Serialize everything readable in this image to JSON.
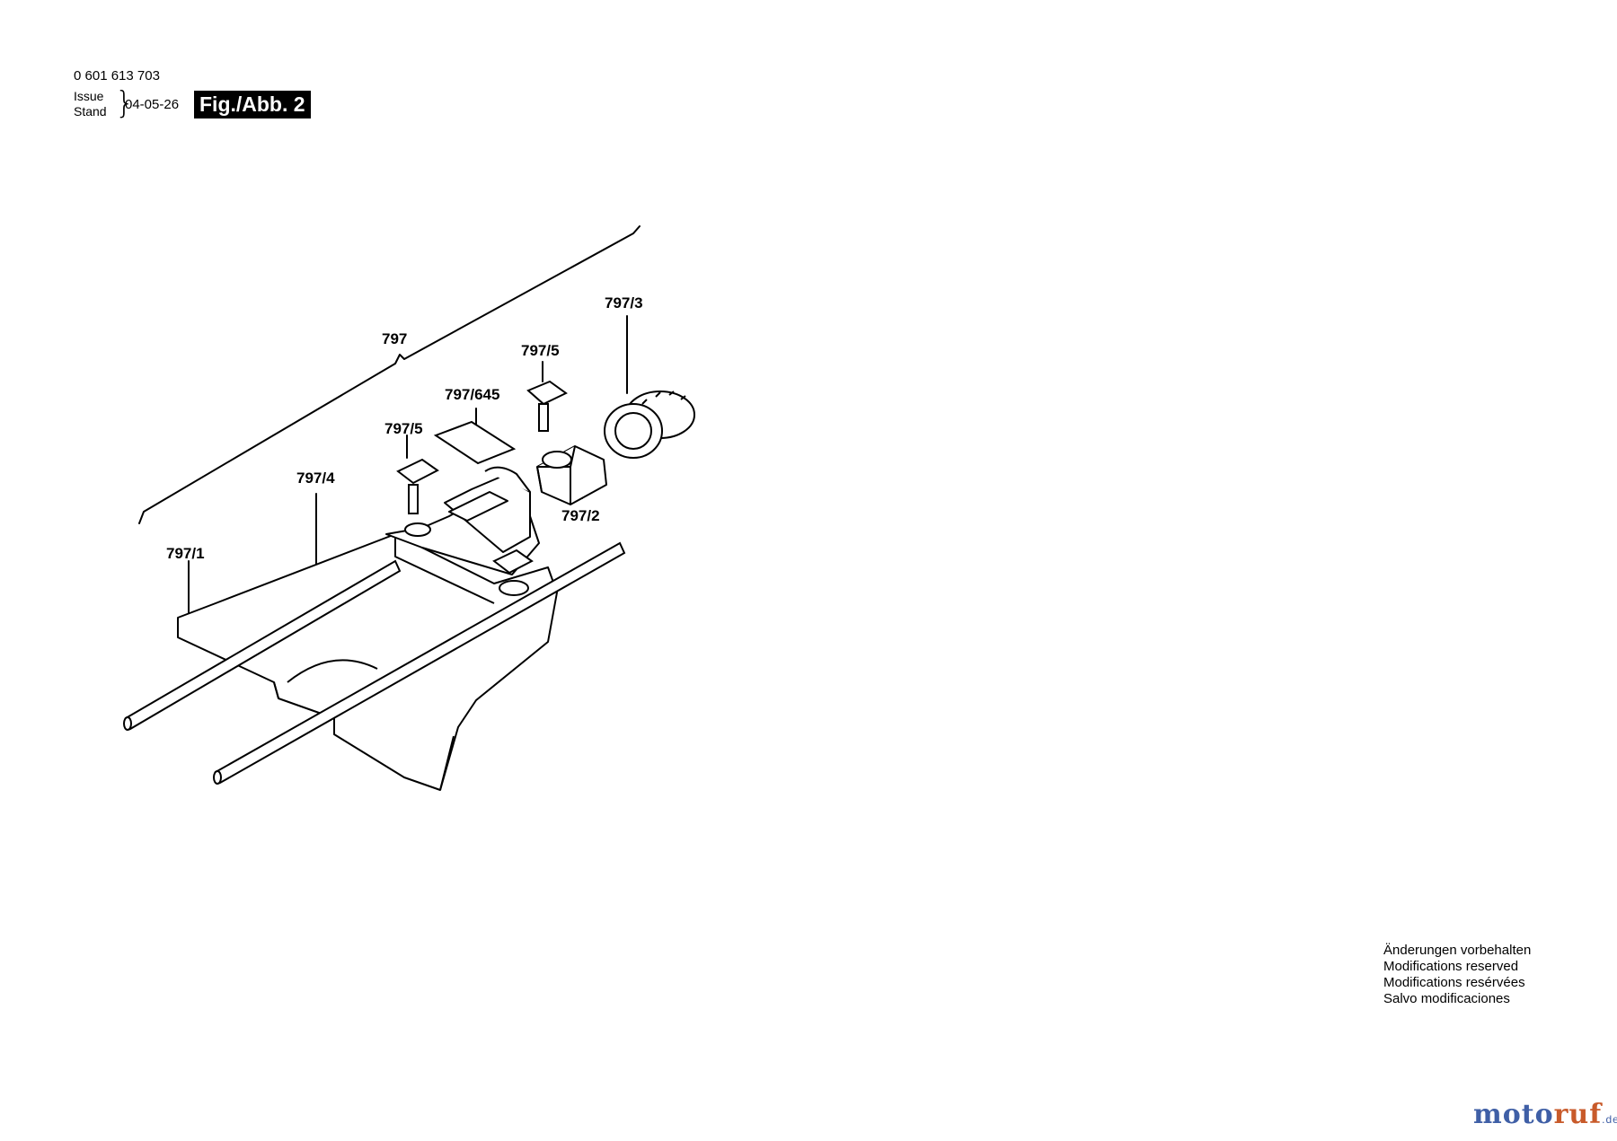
{
  "header": {
    "part_number": "0 601 613 703",
    "issue_label": "Issue",
    "stand_label": "Stand",
    "brace": "}",
    "date": "04-05-26",
    "figure": "Fig./Abb. 2"
  },
  "parts": {
    "p797": "797",
    "p797_3": "797/3",
    "p797_5_top": "797/5",
    "p797_645": "797/645",
    "p797_5_left": "797/5",
    "p797_4": "797/4",
    "p797_2": "797/2",
    "p797_1": "797/1"
  },
  "notes": [
    "Änderungen vorbehalten",
    "Modifications reserved",
    "Modifications resérvées",
    "Salvo modificaciones"
  ],
  "brand": {
    "part1": "moto",
    "part2": "ruf",
    "tld": ".de"
  }
}
